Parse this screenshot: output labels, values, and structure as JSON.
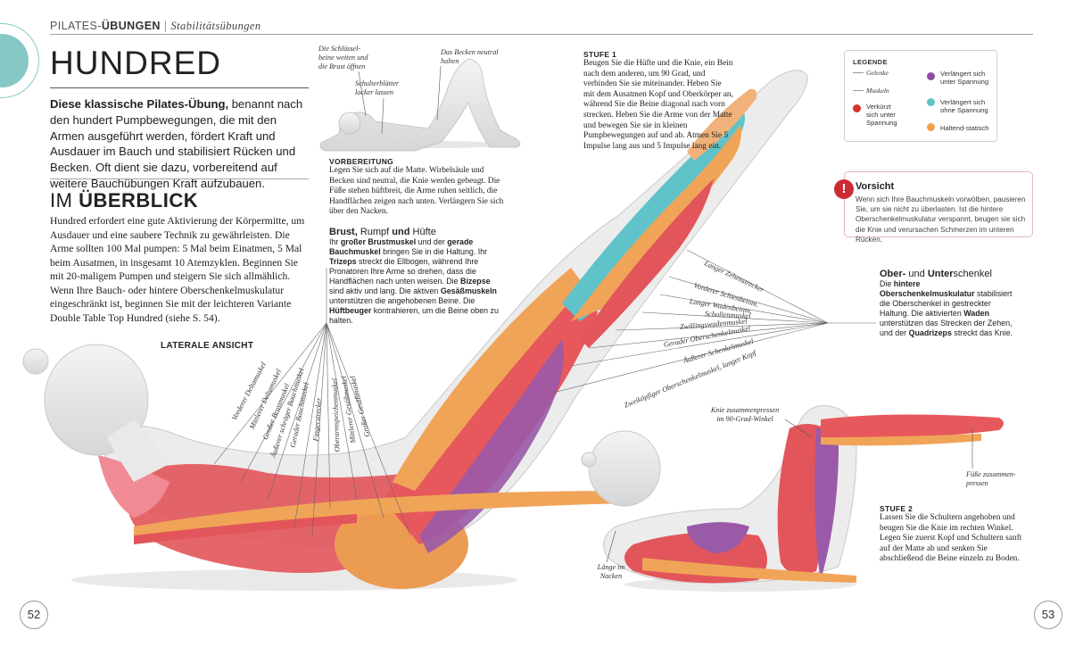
{
  "header": {
    "section_light": "PILATES-",
    "section_bold": "ÜBUNGEN",
    "separator": "|",
    "subsection": "Stabilitätsübungen"
  },
  "title": "HUNDRED",
  "intro": {
    "bold": "Diese klassische Pilates-Übung,",
    "text": " benannt nach den hundert Pumpbewegungen, die mit den Armen ausgeführt werden, fördert Kraft und Ausdauer im Bauch und stabilisiert Rücken und Becken. Oft dient sie dazu, vorbereitend auf weitere Bauchübungen Kraft aufzubauen."
  },
  "overview": {
    "title_light": "IM ",
    "title_bold": "ÜBERBLICK",
    "body": "Hundred erfordert eine gute Aktivierung der Körpermitte, um Ausdauer und eine saubere Technik zu gewährleisten. Die Arme sollten 100 Mal pumpen: 5 Mal beim Einatmen, 5 Mal beim Ausatmen, in insgesamt 10 Atemzyklen. Beginnen Sie mit 20-maligem Pumpen und steigern Sie sich allmählich. Wenn Ihre Bauch- oder hintere Oberschenkelmuskulatur eingeschränkt ist, beginnen Sie mit der leichteren Variante Double Table Top Hundred (siehe S. 54)."
  },
  "prep_figure": {
    "cap_shoulder": "Die Schlüssel-\nbeine weiten und\ndie Brust öffnen",
    "cap_blades": "Schulterblätter\nlocker lassen",
    "cap_pelvis": "Das Becken neutral\nhalten"
  },
  "preparation": {
    "title": "VORBEREITUNG",
    "text": "Legen Sie sich auf die Matte. Wirbelsäule und Becken sind neutral, die Knie werden gebeugt. Die Füße stehen hüftbreit, die Arme ruhen seitlich, die Handflächen zeigen nach unten. Verlängern Sie sich über den Nacken."
  },
  "stufe1": {
    "title": "STUFE 1",
    "text": "Beugen Sie die Hüfte und die Knie, ein Bein nach dem anderen, um 90 Grad, und verbinden Sie sie miteinander. Heben Sie mit dem Ausatmen Kopf und Oberkörper an, während Sie die Beine diagonal nach vorn strecken. Heben Sie die Arme von der Matte und bewegen Sie sie in kleinen Pumpbewegungen auf und ab. Atmen Sie 5 Impulse lang aus und 5 Impulse lang ein."
  },
  "legend": {
    "title": "LEGENDE",
    "items": [
      {
        "label": "Gelenke"
      },
      {
        "label": "Muskeln"
      },
      {
        "label": "Verkürzt\nsich unter\nSpannung",
        "color": "#d8322f"
      },
      {
        "label": "Verlängert sich\nunter Spannung",
        "color": "#8c4fa0"
      },
      {
        "label": "Verlängert sich\nohne Spannung",
        "color": "#5fc3c9"
      },
      {
        "label": "Haltend-statisch",
        "color": "#f0a04c"
      }
    ]
  },
  "caution": {
    "icon": "!",
    "title": "Vorsicht",
    "text": "Wenn sich Ihre Bauchmuskeln vorwölben, pausieren Sie, um sie nicht zu überlasten. Ist die hintere Oberschenkelmuskulatur verspannt, beugen sie sich die Knie und verursachen Schmerzen im unteren Rücken."
  },
  "brust": {
    "h1": "Brust,",
    "h2": " Rumpf ",
    "h3": "und",
    "h4": " Hüfte",
    "p1": "Ihr ",
    "b1": "großer Brustmuskel",
    "p2": " und der ",
    "b2": "gerade Bauchmuskel",
    "p3": " bringen Sie in die Haltung. Ihr ",
    "b3": "Trizeps",
    "p4": " streckt die Ellbogen, während Ihre Pronatoren Ihre Arme so drehen, dass die Handflächen nach unten weisen. Die ",
    "b4": "Bizepse",
    "p5": " sind aktiv und lang. Die aktiven ",
    "b5": "Gesäßmuskeln",
    "p6": " unterstützen die angehobenen Beine. Die ",
    "b6": "Hüftbeuger",
    "p7": " kontrahieren, um die Beine oben zu halten."
  },
  "lateral_label": "LATERALE ANSICHT",
  "left_muscles": [
    "Vorderer Deltamuskel",
    "Mittlerer Deltamuskel",
    "Großer Brustmuskel",
    "Äußerer schräger Bauchmuskel",
    "Gerader Bauchmuskel",
    "Fingerstrecker",
    "Oberarmspeichenmuskel",
    "Mittlerer Gesäßmuskel",
    "Großer Gesäßmuskel"
  ],
  "right_muscles": [
    "Langer Zehenstrecker",
    "Vorderer Schienbeinm.",
    "Langer Wadenbeinm.",
    "Schollenmuskel",
    "Zwillingswadenmuskel",
    "Gerader Oberschenkelmuskel",
    "Äußerer Schenkelmuskel",
    "Zweiköpfiger Oberschenkelmuskel, langer Kopf"
  ],
  "ober": {
    "h1": "Ober-",
    "h2": " und ",
    "h3": "Unter",
    "h4": "schenkel",
    "p1": "Die ",
    "b1": "hintere Oberschenkelmuskulatur",
    "p2": " stabilisiert die Oberschenkel in gestreckter Haltung. Die aktivierten ",
    "b2": "Waden",
    "p3": " unterstützen das Strecken der Zehen, und der ",
    "b3": "Quadrizeps",
    "p4": " streckt das Knie."
  },
  "stage2_caps": {
    "knees": "Knie zusammenpressen\nim 90-Grad-Winkel",
    "feet": "Füße zusammen-\npressen",
    "neck": "Länge im\nNacken"
  },
  "stufe2": {
    "title": "STUFE 2",
    "text": "Lassen Sie die Schultern angehoben und beugen Sie die Knie im rechten Winkel. Legen Sie zuerst Kopf und Schultern sanft auf der Matte ab und senken Sie abschließend die Beine einzeln zu Boden."
  },
  "pages": {
    "left": "52",
    "right": "53"
  },
  "colors": {
    "shortening": "#d8322f",
    "lengthening_tension": "#8c4fa0",
    "lengthening_free": "#5fc3c9",
    "static": "#f0a04c",
    "accent_teal": "#86c8c6",
    "caution": "#cc2b35"
  }
}
